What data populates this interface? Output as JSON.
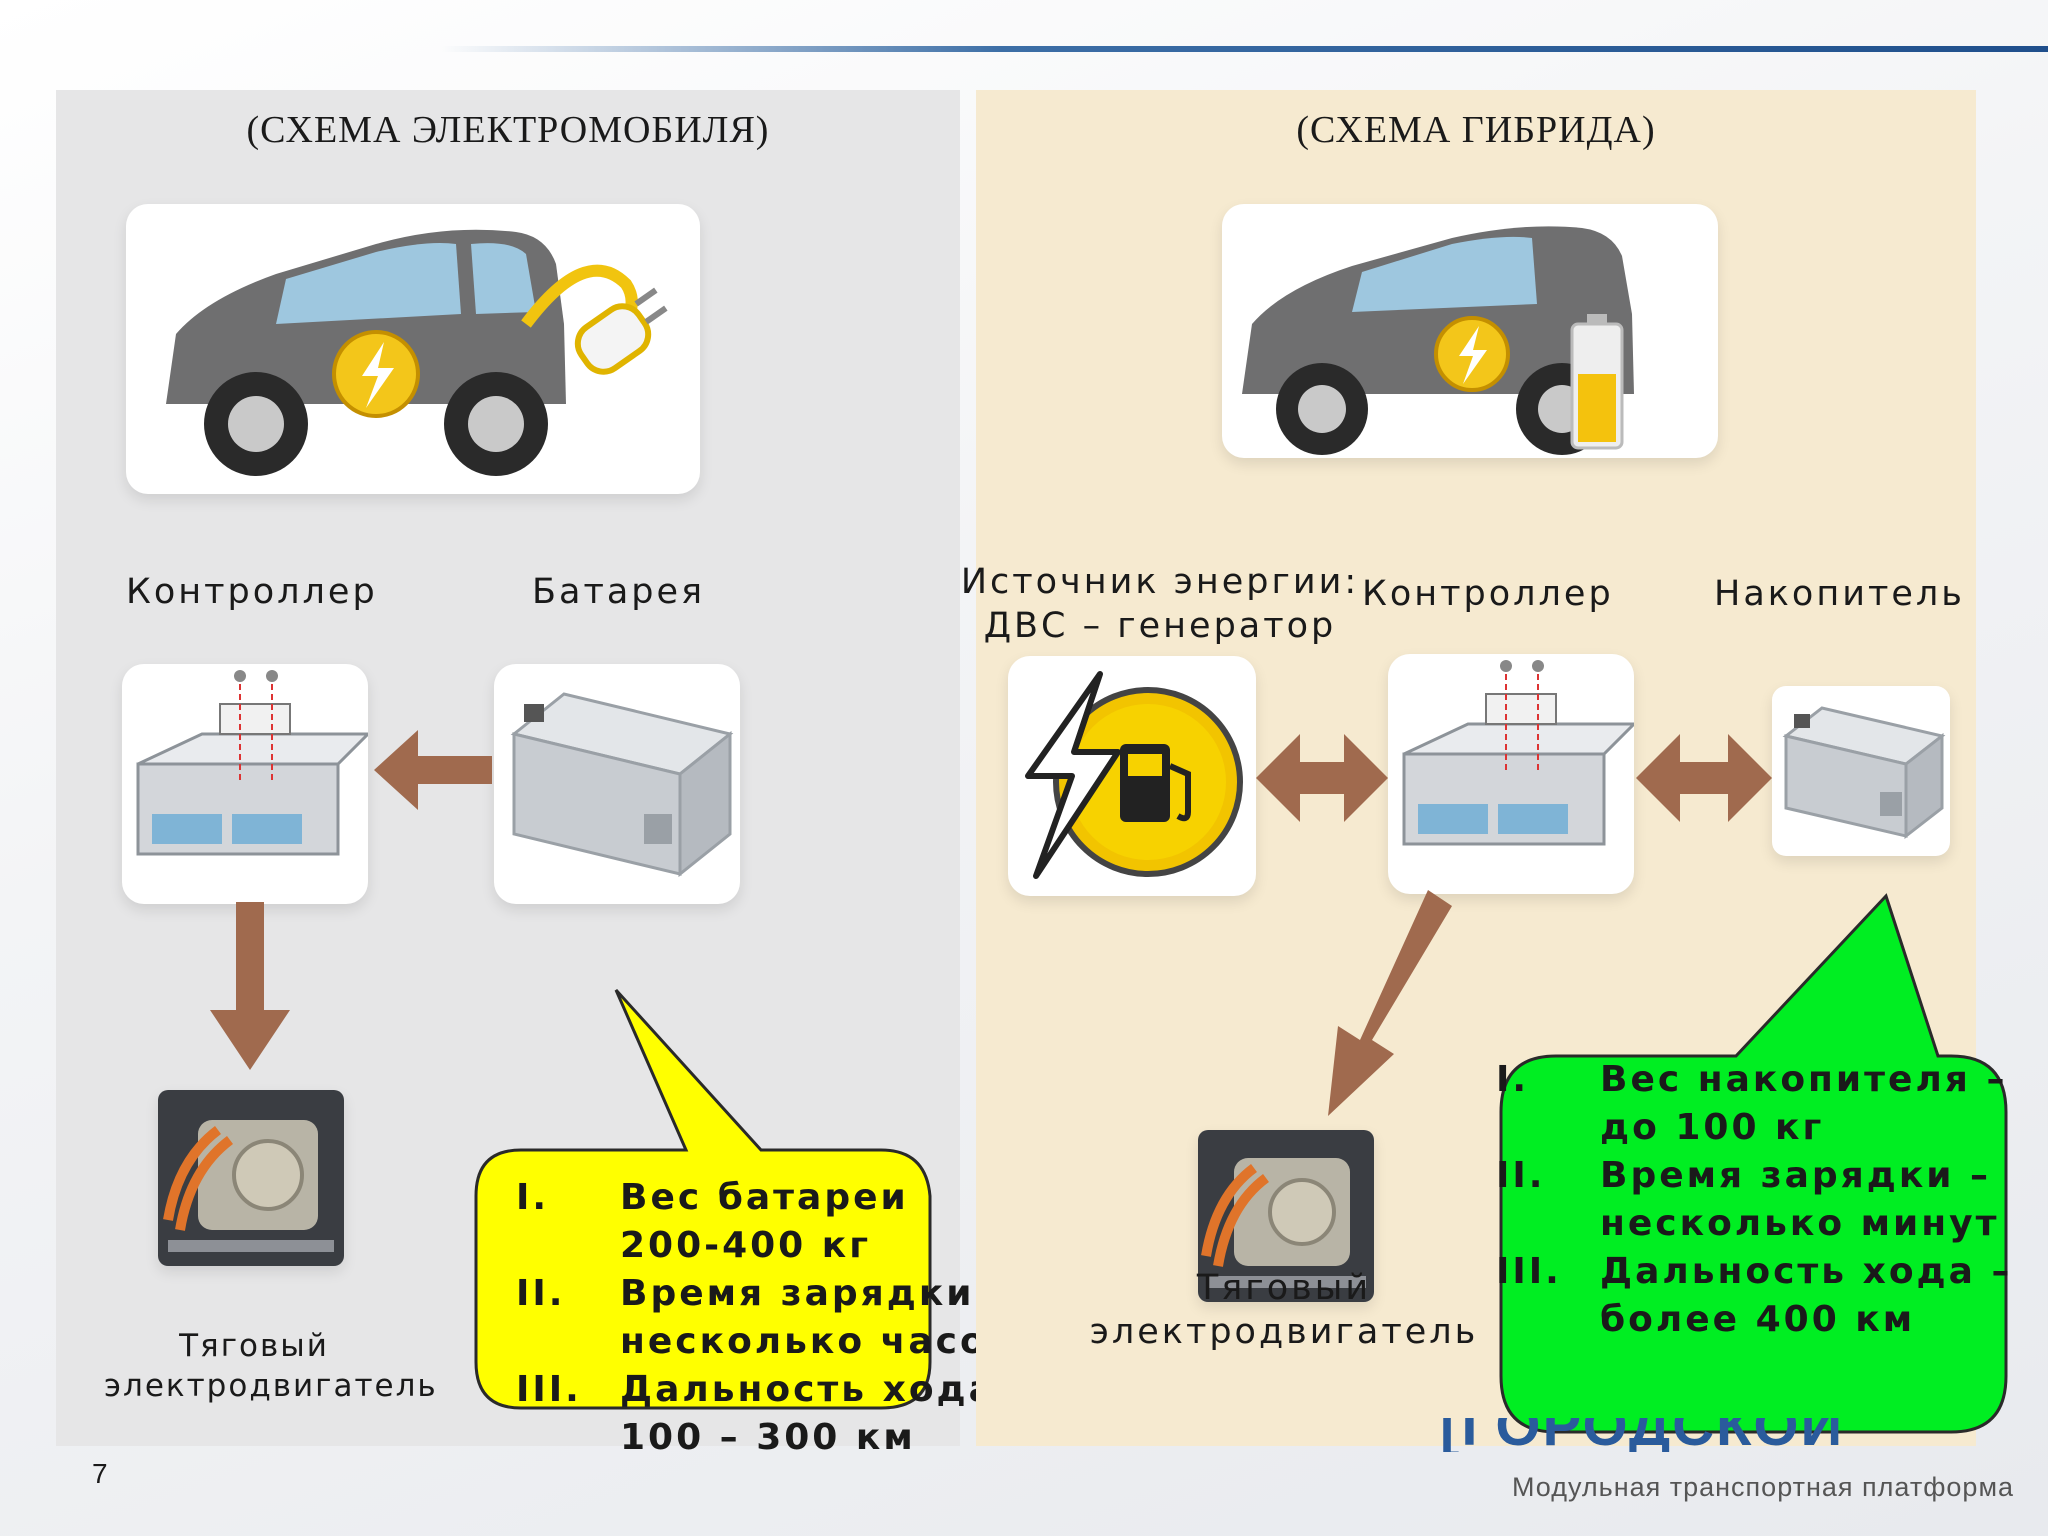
{
  "left_panel": {
    "title": "(СХЕМА ЭЛЕКТРОМОБИЛЯ)",
    "label_controller": "Контроллер",
    "label_battery": "Батарея",
    "label_motor_line1": "Тяговый",
    "label_motor_line2": "электродвигатель",
    "callout": {
      "color": "#ffff00",
      "items": [
        {
          "num": "I.",
          "line1": "Вес батареи",
          "line2": "200-400 кг"
        },
        {
          "num": "II.",
          "line1": "Время зарядки –",
          "line2": "несколько часов"
        },
        {
          "num": "III.",
          "line1": "Дальность хода",
          "line2": "100 – 300 км"
        }
      ]
    }
  },
  "right_panel": {
    "title": "(СХЕМА ГИБРИДА)",
    "label_source_line1": "Источник энергии:",
    "label_source_line2": "ДВС – генератор",
    "label_controller": "Контроллер",
    "label_storage": "Накопитель",
    "label_motor_line1": "Тяговый",
    "label_motor_line2": "электродвигатель",
    "callout": {
      "color": "#00ee22",
      "items": [
        {
          "num": "I.",
          "line1": "Вес накопителя –",
          "line2": "до 100 кг"
        },
        {
          "num": "II.",
          "line1": "Время зарядки –",
          "line2": "несколько минут"
        },
        {
          "num": "III.",
          "line1": "Дальность хода –",
          "line2": "более 400 км"
        }
      ]
    }
  },
  "footer": {
    "page_number": "7",
    "brand": "[ГОРОДСКОЙ АВТОМОБИЛЬ]",
    "brand_sub": "Модульная транспортная платформа"
  },
  "colors": {
    "arrow": "#a06a4e",
    "panel_left": "#e6e6e7",
    "panel_right": "#f6ead0",
    "accent_line": "#1f4f8c"
  }
}
